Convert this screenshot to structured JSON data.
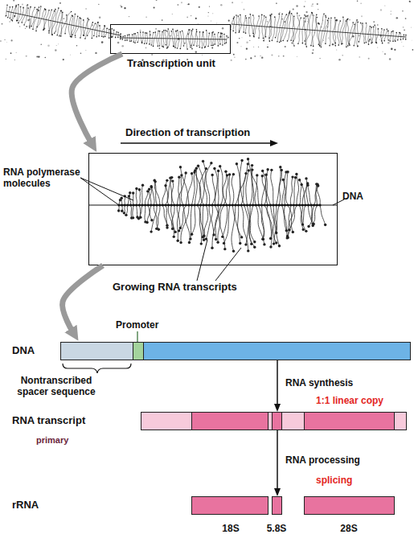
{
  "diagram": {
    "nodes": [
      {
        "text": [
          "Transcription unit"
        ]
      },
      {
        "text": [
          "Direction of transcription"
        ]
      },
      {
        "text": [
          "DNA"
        ]
      },
      {
        "text": [
          "RNA transcript",
          "primary"
        ]
      },
      {
        "text": [
          "rRNA"
        ]
      }
    ],
    "edges": [
      {
        "from": 0,
        "to": 1,
        "arrow": "to"
      },
      {
        "from": 1,
        "to": 2,
        "arrow": "to"
      },
      {
        "from": 2,
        "to": 3,
        "label": "RNA synthesis",
        "arrow": "to"
      },
      {
        "from": 3,
        "to": 4,
        "label": "RNA processing",
        "arrow": "to"
      }
    ],
    "labels": [
      "RNA polymerase molecules",
      "DNA",
      "Growing RNA transcripts",
      "Promoter",
      "Nontranscribed spacer sequence",
      "1:1 linear copy",
      "splicing",
      "18S",
      "5.8S",
      "28S"
    ]
  }
}
